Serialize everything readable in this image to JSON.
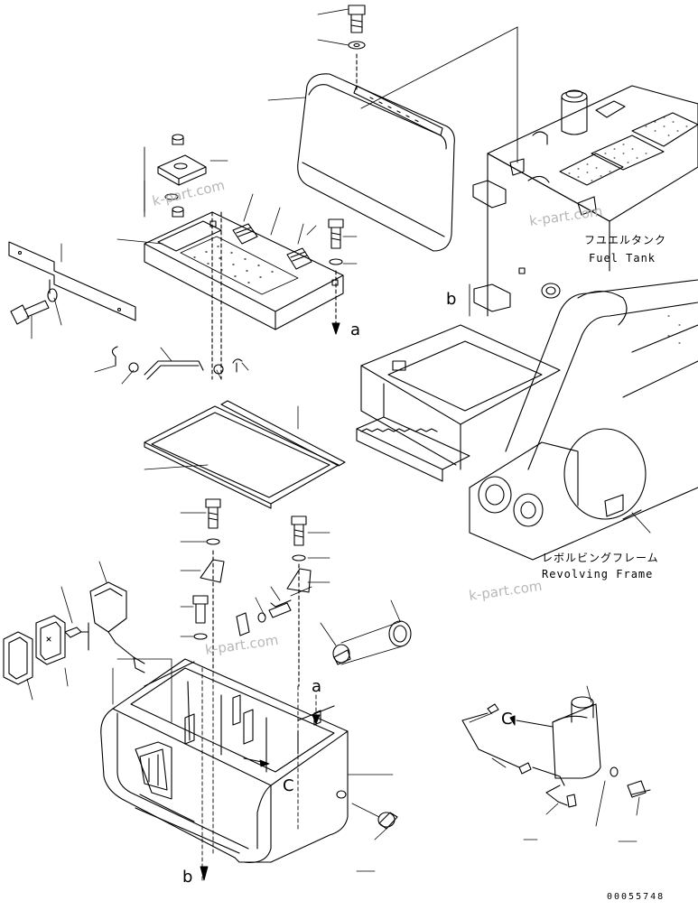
{
  "labels": {
    "fuel_tank_jp": "フユエルタンク",
    "fuel_tank_en": "Fuel Tank",
    "revolving_frame_jp": "レボルビングフレーム",
    "revolving_frame_en": "Revolving Frame"
  },
  "refs": {
    "a_top": "a",
    "a_mid": "a",
    "b_frame": "b",
    "b_bottom": "b",
    "c_tank": "C",
    "c_box": "C"
  },
  "watermarks": [
    "k-part.com",
    "k-part.com",
    "k-part.com",
    "k-part.com"
  ],
  "doc_number": "00055748",
  "colors": {
    "line": "#000000",
    "watermark": "#b7b7b7",
    "background": "#ffffff"
  }
}
